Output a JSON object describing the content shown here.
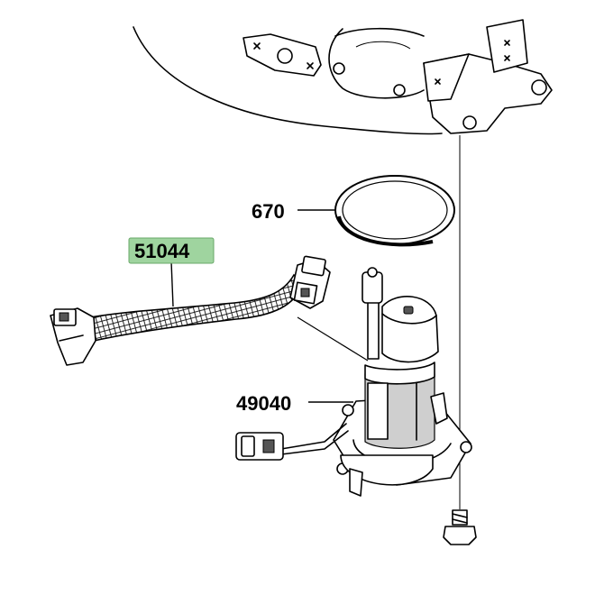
{
  "diagram": {
    "parts": [
      {
        "id": "51044",
        "label": "51044",
        "highlight": true,
        "highlight_color": "#9fd49f"
      },
      {
        "id": "670",
        "label": "670",
        "highlight": false
      },
      {
        "id": "49040",
        "label": "49040",
        "highlight": false
      }
    ]
  }
}
